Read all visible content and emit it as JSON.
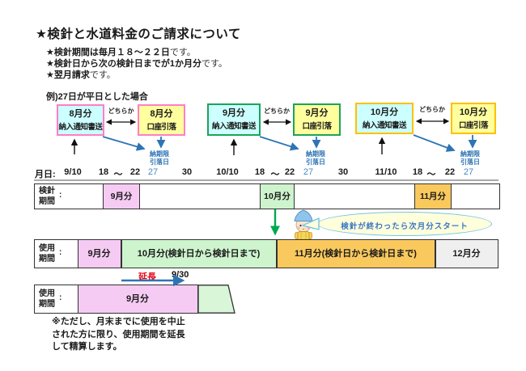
{
  "title": "★検針と水道料金のご請求について",
  "bullets": [
    {
      "bold": "★検針期間は毎月１８～２２日",
      "normal": "です。"
    },
    {
      "bold": "★検針日から次の検針日までが1か月分",
      "normal": "です。"
    },
    {
      "bold": "★翌月請求",
      "normal": "です。"
    }
  ],
  "example_label": "例)27日が平日とした場合",
  "groups": [
    {
      "month": "8月分",
      "notice_label": "納入通知書送",
      "debit_label": "口座引落",
      "either_label": "どちらか",
      "border_color": "#ff7ec8"
    },
    {
      "month": "9月分",
      "notice_label": "納入通知書送",
      "debit_label": "口座引落",
      "either_label": "どちらか",
      "border_color": "#1ca35b"
    },
    {
      "month": "10月分",
      "notice_label": "納入通知書送",
      "debit_label": "口座引落",
      "either_label": "どちらか",
      "border_color": "#ffc000"
    }
  ],
  "deadline": {
    "line1": "納期限",
    "line2": "引落日"
  },
  "timeline": {
    "label": "月日:",
    "ticks": [
      {
        "t": "9/10"
      },
      {
        "t": "18"
      },
      {
        "t": "～"
      },
      {
        "t": "22"
      },
      {
        "t": "27",
        "blue": true
      },
      {
        "t": "30"
      },
      {
        "t": "10/10"
      },
      {
        "t": "18"
      },
      {
        "t": "～"
      },
      {
        "t": "22"
      },
      {
        "t": "27",
        "blue": true
      },
      {
        "t": "30"
      },
      {
        "t": "11/10"
      },
      {
        "t": "18"
      },
      {
        "t": "～"
      },
      {
        "t": "22"
      },
      {
        "t": "27",
        "blue": true
      }
    ]
  },
  "reading_row": {
    "label_line1": "検針",
    "label_line2": "期間",
    "colon": ":",
    "boxes": [
      {
        "label": "9月分",
        "fill": "#f6cbf3"
      },
      {
        "label": "10月分",
        "fill": "#cdf4cd"
      },
      {
        "label": "11月分",
        "fill": "#fac95e"
      }
    ]
  },
  "callout": {
    "text": "検針が終わったら次月分スタート"
  },
  "usage_row": {
    "label_line1": "使用",
    "label_line2": "期間",
    "colon": ":",
    "boxes": [
      {
        "label": "9月分",
        "fill": "#f6cbf3"
      },
      {
        "label": "10月分(検針日から検針日まで)",
        "fill": "#cdf4cd"
      },
      {
        "label": "11月分(検針日から検針日まで)",
        "fill": "#fac95e"
      },
      {
        "label": "12月分",
        "fill": "#efefef"
      }
    ]
  },
  "extension": {
    "red_label": "延長",
    "date_label": "9/30"
  },
  "usage_row2": {
    "label_line1": "使用",
    "label_line2": "期間",
    "colon": ":",
    "box_label": "9月分"
  },
  "note_lines": [
    "※ただし、月末までに使用を中止",
    "された方に限り、使用期間を延長",
    "して精算します。"
  ],
  "colors": {
    "pink_border": "#ff7ec8",
    "green_border": "#1ca35b",
    "orange_border": "#ffc000",
    "cyan_fill": "#ccffff",
    "yellow_fill": "#ffff9e",
    "blue_accent": "#2e74b5",
    "green_arrow": "#00a94f",
    "red_accent": "#e60012",
    "bubble_border": "#76c5e6",
    "bubble_fill": "#ffffdc"
  }
}
